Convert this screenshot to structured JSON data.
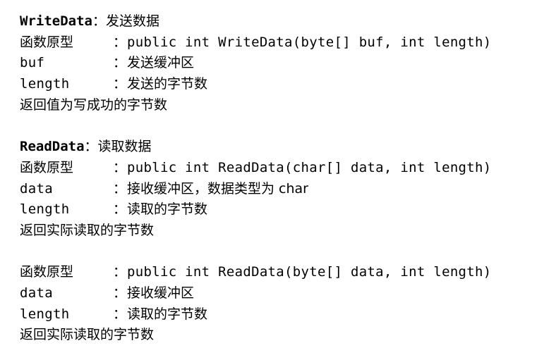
{
  "sections": [
    {
      "title_name": "WriteData",
      "title_sep": "：",
      "title_desc": "发送数据",
      "rows": [
        {
          "key": "函数原型",
          "colon": "：",
          "value": "public int WriteData(byte[] buf, int length)"
        },
        {
          "key": "buf",
          "colon": "：",
          "value": "发送缓冲区"
        },
        {
          "key": "length",
          "colon": "：",
          "value": "发送的字节数"
        }
      ],
      "return_text": "返回值为写成功的字节数"
    },
    {
      "title_name": "ReadData",
      "title_sep": "：",
      "title_desc": "读取数据",
      "rows": [
        {
          "key": "函数原型",
          "colon": "：",
          "value": "public int ReadData(char[] data, int length)"
        },
        {
          "key": "data",
          "colon": "：",
          "value": "接收缓冲区，数据类型为 char"
        },
        {
          "key": "length",
          "colon": "：",
          "value": "读取的字节数"
        }
      ],
      "return_text": "返回实际读取的字节数"
    },
    {
      "rows": [
        {
          "key": "函数原型",
          "colon": "：",
          "value": "public int ReadData(byte[] data, int length)"
        },
        {
          "key": "data",
          "colon": "：",
          "value": "接收缓冲区"
        },
        {
          "key": "length",
          "colon": "：",
          "value": "读取的字节数"
        }
      ],
      "return_text": "返回实际读取的字节数"
    }
  ]
}
